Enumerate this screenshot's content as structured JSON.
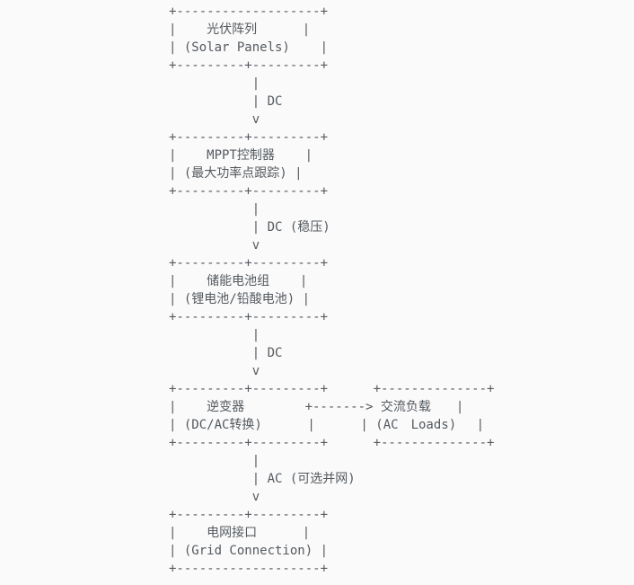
{
  "diagram": {
    "type": "ascii-flowchart",
    "language": "zh-CN",
    "background_color": "#fafafa",
    "text_color": "#555a5f",
    "ascii_lines": [
      "+-------------------+",
      "|    光伏阵列      |",
      "| (Solar Panels)    |",
      "+---------+---------+",
      "           |",
      "           | DC",
      "           v",
      "+---------+---------+",
      "|    MPPT控制器    |",
      "| (最大功率点跟踪) |",
      "+---------+---------+",
      "           |",
      "           | DC (稳压)",
      "           v",
      "+---------+---------+",
      "|    储能电池组    |",
      "| (锂电池/铅酸电池) |",
      "+---------+---------+",
      "           |",
      "           | DC",
      "           v",
      "+---------+---------+      +--------------+",
      "|    逆变器        +-------> 交流负载　　|",
      "| (DC/AC转换)      |      | (AC　Loads)　 |",
      "+---------+---------+      +--------------+",
      "           |",
      "           | AC (可选并网)",
      "           v",
      "+---------+---------+",
      "|    电网接口      |",
      "| (Grid Connection) |",
      "+-------------------+"
    ],
    "nodes": [
      {
        "id": "solar",
        "title": "光伏阵列",
        "subtitle": "(Solar Panels)"
      },
      {
        "id": "mppt",
        "title": "MPPT控制器",
        "subtitle": "(最大功率点跟踪)"
      },
      {
        "id": "battery",
        "title": "储能电池组",
        "subtitle": "(锂电池/铅酸电池)"
      },
      {
        "id": "inverter",
        "title": "逆变器",
        "subtitle": "(DC/AC转换)"
      },
      {
        "id": "ac_loads",
        "title": "交流负载",
        "subtitle": "(AC Loads)"
      },
      {
        "id": "grid",
        "title": "电网接口",
        "subtitle": "(Grid Connection)"
      }
    ],
    "edges": [
      {
        "from": "solar",
        "to": "mppt",
        "label": "DC",
        "direction": "down"
      },
      {
        "from": "mppt",
        "to": "battery",
        "label": "DC (稳压)",
        "direction": "down"
      },
      {
        "from": "battery",
        "to": "inverter",
        "label": "DC",
        "direction": "down"
      },
      {
        "from": "inverter",
        "to": "ac_loads",
        "label": "",
        "direction": "right"
      },
      {
        "from": "inverter",
        "to": "grid",
        "label": "AC (可选并网)",
        "direction": "down"
      }
    ]
  }
}
